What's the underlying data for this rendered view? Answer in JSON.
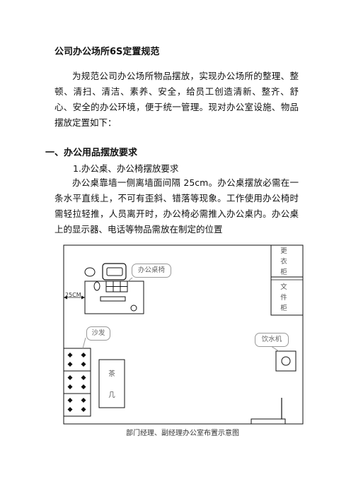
{
  "doc": {
    "title": "公司办公场所6S定置规范",
    "intro": "为规范公司办公场所物品摆放，实现办公场所的整理、整顿、清扫、清洁、素养、安全，给员工创造清新、整齐、舒心、安全的办公环境，便于统一管理。现对办公室设施、物品摆放定置如下：",
    "section_heading": "一、办公用品摆放要求",
    "subheading": "1.办公桌、办公椅摆放要求",
    "body": "办公桌靠墙一侧离墙面间隔 25cm。办公桌摆放必需在一条水平直线上，不可有歪斜、错落等现象。工作使用办公椅时需轻拉轻推，人员离开时，办公椅必需推入办公桌内。办公桌上的显示器、电话等物品需放在制定的位置"
  },
  "diagram": {
    "label_desk_chair": "办公桌椅",
    "label_distance": "25CM",
    "label_sofa": "沙发",
    "label_water": "饮水机",
    "label_wardrobe": "更衣柜",
    "label_file_cabinet": "文件柜",
    "label_tea_table": "茶几",
    "caption": "部门经理、副经理办公室布置示意图"
  }
}
